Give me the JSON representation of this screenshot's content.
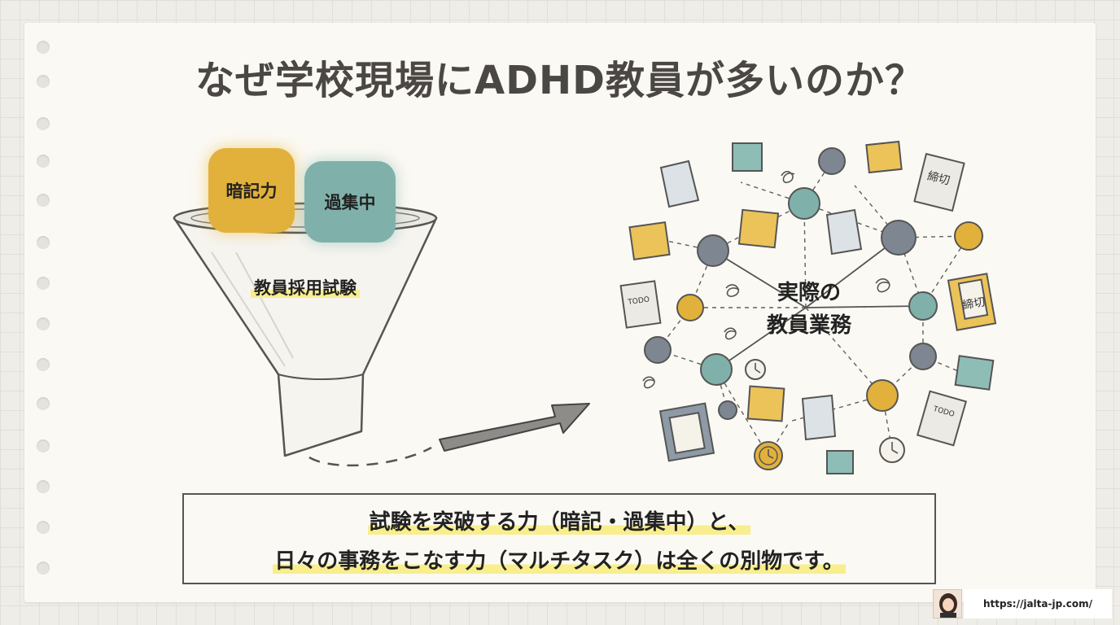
{
  "title": "なぜ学校現場にADHD教員が多いのか？",
  "funnel": {
    "block_left": "暗記力",
    "block_right": "過集中",
    "label": "教員採用試験"
  },
  "network": {
    "center_line1": "実際の",
    "center_line2": "教員業務",
    "todo_label": "TODO",
    "deadline_label": "締切"
  },
  "caption": {
    "line1": "試験を突破する力（暗記・過集中）と、",
    "line2": "日々の事務をこなす力（マルチタスク）は全くの別物です。"
  },
  "footer": {
    "url": "https://jalta-jp.com/"
  },
  "colors": {
    "gold": "#e2b13b",
    "teal": "#7fb1aa",
    "slate": "#7e8791",
    "highlight": "#f8ee8d"
  }
}
